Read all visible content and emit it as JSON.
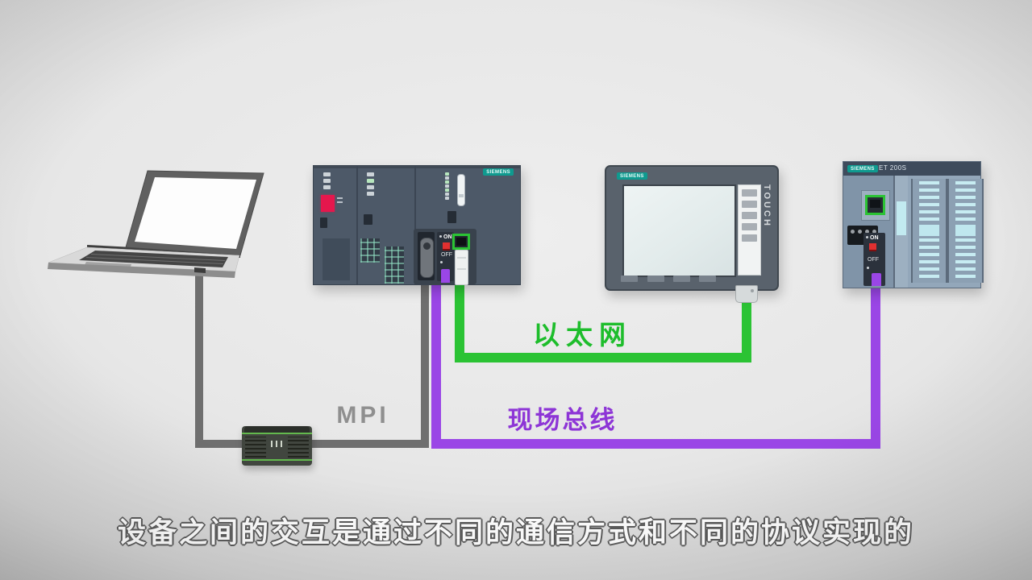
{
  "subtitle": "设备之间的交互是通过不同的通信方式和不同的协议实现的",
  "connections": {
    "mpi": {
      "label": "MPI",
      "cable_color": "#6f6f6f",
      "label_color": "#8f8f8f"
    },
    "ethernet": {
      "label": "以太网",
      "cable_color": "#2bc334",
      "label_color": "#1dbd2b"
    },
    "fieldbus": {
      "label": "现场总线",
      "cable_color": "#9a46e6",
      "label_color": "#8d35d6"
    }
  },
  "devices": {
    "plc": {
      "brand": "SIEMENS",
      "switch_on": "ON",
      "switch_off": "OFF"
    },
    "hmi": {
      "brand": "SIEMENS",
      "side_label": "TOUCH"
    },
    "remote_io": {
      "brand": "SIEMENS",
      "model": "ET 200S",
      "switch_on": "ON",
      "switch_off": "OFF"
    }
  },
  "colors": {
    "siemens_teal": "#0f9a8f",
    "alarm_red": "#e5174d",
    "background_gray": "#e7e7e7"
  }
}
